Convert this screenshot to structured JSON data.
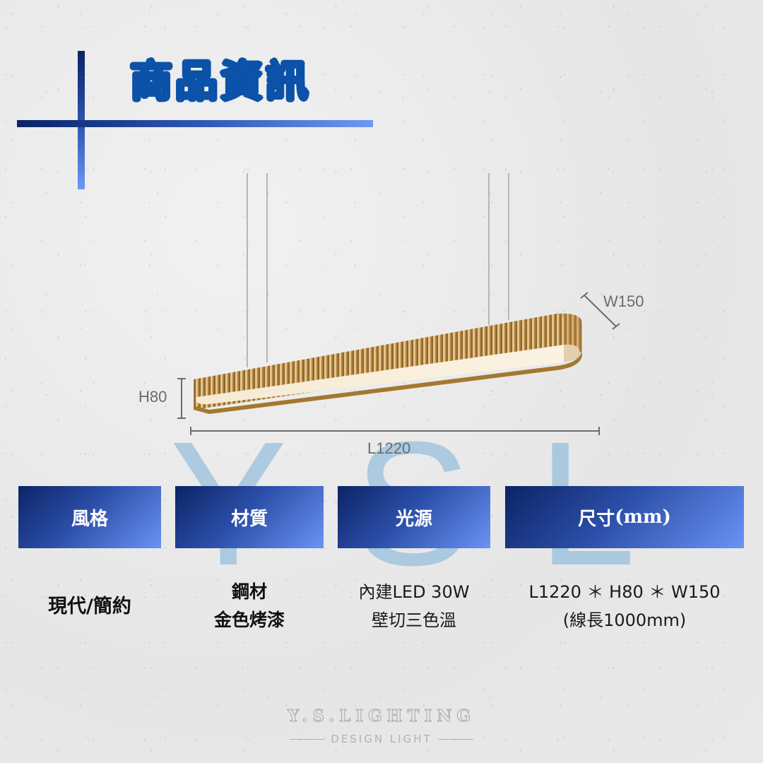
{
  "header": {
    "title": "商品資訊",
    "accent_color": "#0b52a8"
  },
  "watermark": {
    "letters": [
      "Y",
      "S",
      "L"
    ],
    "color": "#78afd7"
  },
  "diagram": {
    "height_label": "H80",
    "width_label": "W150",
    "length_label": "L1220"
  },
  "spec_table": {
    "columns": [
      {
        "header": "風格",
        "value_lines": [
          "現代/簡約"
        ]
      },
      {
        "header": "材質",
        "value_lines": [
          "鋼材",
          "金色烤漆"
        ]
      },
      {
        "header": "光源",
        "value_lines": [
          "內建LED 30W",
          "壁切三色溫"
        ]
      },
      {
        "header_main": "尺寸",
        "header_unit": "(mm)",
        "value_lines": [
          "L1220 ＊ H80 ＊ W150",
          "(線長1000mm)"
        ]
      }
    ],
    "header_gradient": [
      "#0c2465",
      "#6a93f4"
    ]
  },
  "footer": {
    "brand": "Y.S.LIGHTING",
    "tagline": "DESIGN LIGHT"
  }
}
